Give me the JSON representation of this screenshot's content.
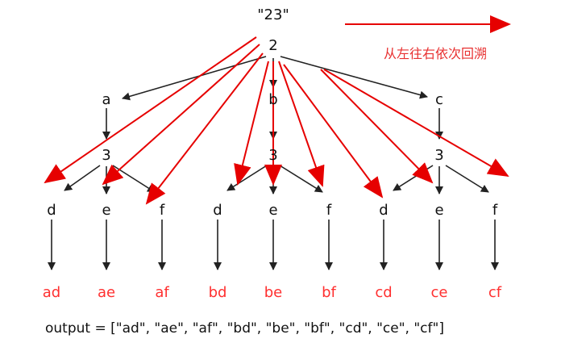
{
  "root_label": "\"23\"",
  "nodes": {
    "level1": "2",
    "letters_top": [
      "a",
      "b",
      "c"
    ],
    "level2": [
      "3",
      "3",
      "3"
    ],
    "leaves": [
      "d",
      "e",
      "f",
      "d",
      "e",
      "f",
      "d",
      "e",
      "f"
    ]
  },
  "combinations": [
    "ad",
    "ae",
    "af",
    "bd",
    "be",
    "bf",
    "cd",
    "ce",
    "cf"
  ],
  "direction_note": "从左往右依次回溯",
  "output_text": "output = [\"ad\", \"ae\", \"af\", \"bd\", \"be\", \"bf\", \"cd\", \"ce\", \"cf\"]",
  "colors": {
    "tree_lines": "#222222",
    "red_arrows": "#e60000",
    "combos": "#ff3030",
    "note": "#e83030"
  }
}
